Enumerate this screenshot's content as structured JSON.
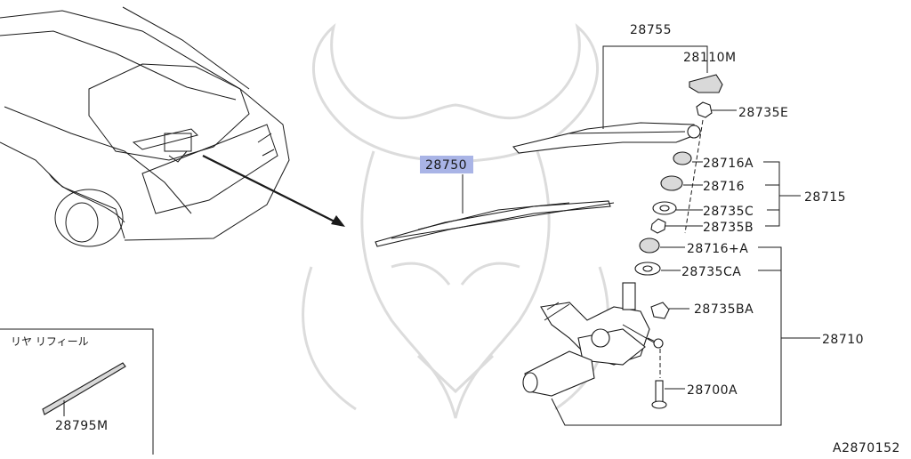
{
  "diagram": {
    "accent_color": "#a9b4e6",
    "watermark_icon": "samurai-helmet-watermark",
    "callouts": {
      "blade": "28750",
      "arm_assembly": "28755",
      "cap": "28110M",
      "nut_e": "28735E",
      "bushing_a": "28716A",
      "bushing": "28716",
      "washer_c": "28735C",
      "nut_b": "28735B",
      "set_group": "28715",
      "bushing_plus_a": "28716+A",
      "washer_ca": "28735CA",
      "clip_ba": "28735BA",
      "motor_assembly": "28710",
      "bolt_a": "28700A"
    },
    "inset": {
      "title": "リヤ リフィール",
      "refill": "28795M"
    },
    "figure_id": "A2870152"
  }
}
